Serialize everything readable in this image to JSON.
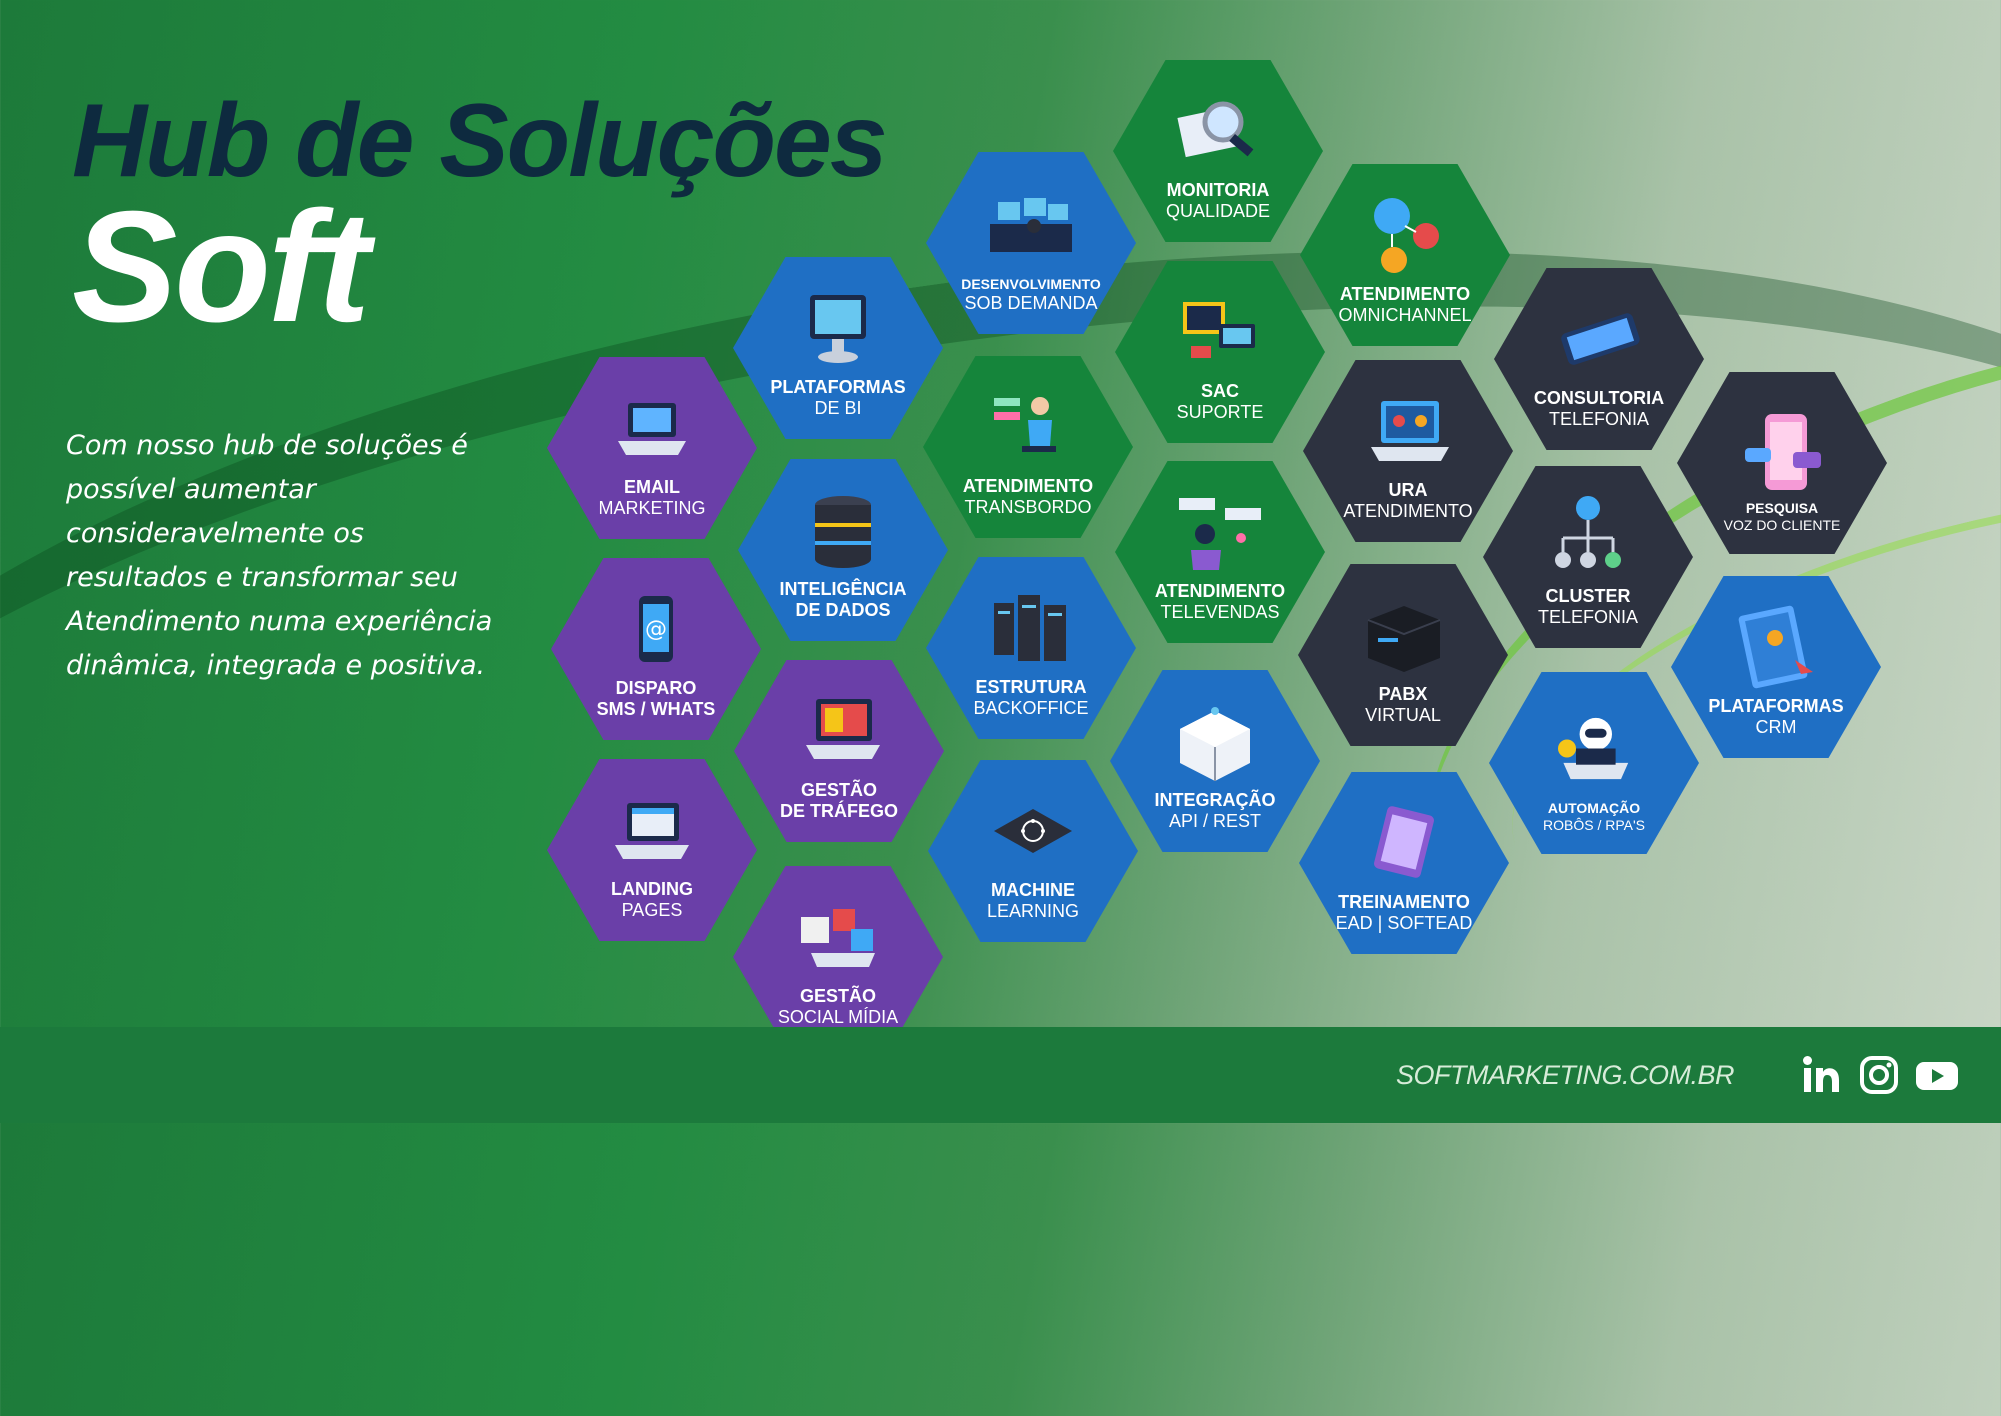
{
  "title": {
    "line1": "Hub de Soluções",
    "line2": "Soft"
  },
  "description": "Com nosso hub de soluções é possível aumentar consideravelmente os resultados e transformar seu Atendimento numa experiência dinâmica, integrada e positiva.",
  "colors": {
    "purple": "#6a3fa8",
    "blue": "#1f6fc4",
    "green": "#15853b",
    "dark": "#2d3240",
    "footer": "#1c7a3c"
  },
  "hexes": [
    {
      "line1": "EMAIL",
      "line2": "MARKETING",
      "color": "purple",
      "icon": "laptop-icon"
    },
    {
      "line1": "DISPARO",
      "line2": "SMS / WHATS",
      "color": "purple",
      "icon": "phone-at-icon"
    },
    {
      "line1": "LANDING",
      "line2": "PAGES",
      "color": "purple",
      "icon": "laptop-browser-icon"
    },
    {
      "line1": "PLATAFORMAS",
      "line2": "DE BI",
      "color": "blue",
      "icon": "monitor-icon"
    },
    {
      "line1": "INTELIGÊNCIA",
      "line2": "DE DADOS",
      "color": "blue",
      "icon": "database-icon"
    },
    {
      "line1": "GESTÃO",
      "line2": "DE TRÁFEGO",
      "color": "purple",
      "icon": "dashboard-icon"
    },
    {
      "line1": "GESTÃO",
      "line2": "SOCIAL MÍDIA",
      "color": "purple",
      "icon": "social-media-icon"
    },
    {
      "line1": "DESENVOLVIMENTO",
      "line2": "SOB DEMANDA",
      "color": "blue",
      "icon": "workstation-icon"
    },
    {
      "line1": "ATENDIMENTO",
      "line2": "TRANSBORDO",
      "color": "green",
      "icon": "agent-icon"
    },
    {
      "line1": "ESTRUTURA",
      "line2": "BACKOFFICE",
      "color": "blue",
      "icon": "server-rack-icon"
    },
    {
      "line1": "MACHINE",
      "line2": "LEARNING",
      "color": "blue",
      "icon": "chip-icon"
    },
    {
      "line1": "MONITORIA",
      "line2": "QUALIDADE",
      "color": "green",
      "icon": "magnifier-icon"
    },
    {
      "line1": "SAC",
      "line2": "SUPORTE",
      "color": "green",
      "icon": "support-tools-icon"
    },
    {
      "line1": "ATENDIMENTO",
      "line2": "TELEVENDAS",
      "color": "green",
      "icon": "headset-icon"
    },
    {
      "line1": "INTEGRAÇÃO",
      "line2": "API / REST",
      "color": "blue",
      "icon": "cube-network-icon"
    },
    {
      "line1": "ATENDIMENTO",
      "line2": "OMNICHANNEL",
      "color": "green",
      "icon": "omnichannel-icon"
    },
    {
      "line1": "URA",
      "line2": "ATENDIMENTO",
      "color": "dark",
      "icon": "video-call-icon"
    },
    {
      "line1": "PABX",
      "line2": "VIRTUAL",
      "color": "dark",
      "icon": "pbx-box-icon"
    },
    {
      "line1": "TREINAMENTO",
      "line2": "EAD | SOFTEAD",
      "color": "blue",
      "icon": "tablet-icon"
    },
    {
      "line1": "CONSULTORIA",
      "line2": "TELEFONIA",
      "color": "dark",
      "icon": "smartphone-icon"
    },
    {
      "line1": "CLUSTER",
      "line2": "TELEFONIA",
      "color": "dark",
      "icon": "cluster-icon"
    },
    {
      "line1": "AUTOMAÇÃO",
      "line2": "ROBÔS / RPA'S",
      "color": "blue",
      "icon": "robot-icon"
    },
    {
      "line1": "PESQUISA",
      "line2": "VOZ DO CLIENTE",
      "color": "dark",
      "icon": "voice-survey-icon"
    },
    {
      "line1": "PLATAFORMAS",
      "line2": "CRM",
      "color": "blue",
      "icon": "contacts-book-icon"
    }
  ],
  "footer": {
    "site": "SOFTMARKETING.COM.BR"
  },
  "social": [
    "linkedin-icon",
    "instagram-icon",
    "youtube-icon"
  ]
}
